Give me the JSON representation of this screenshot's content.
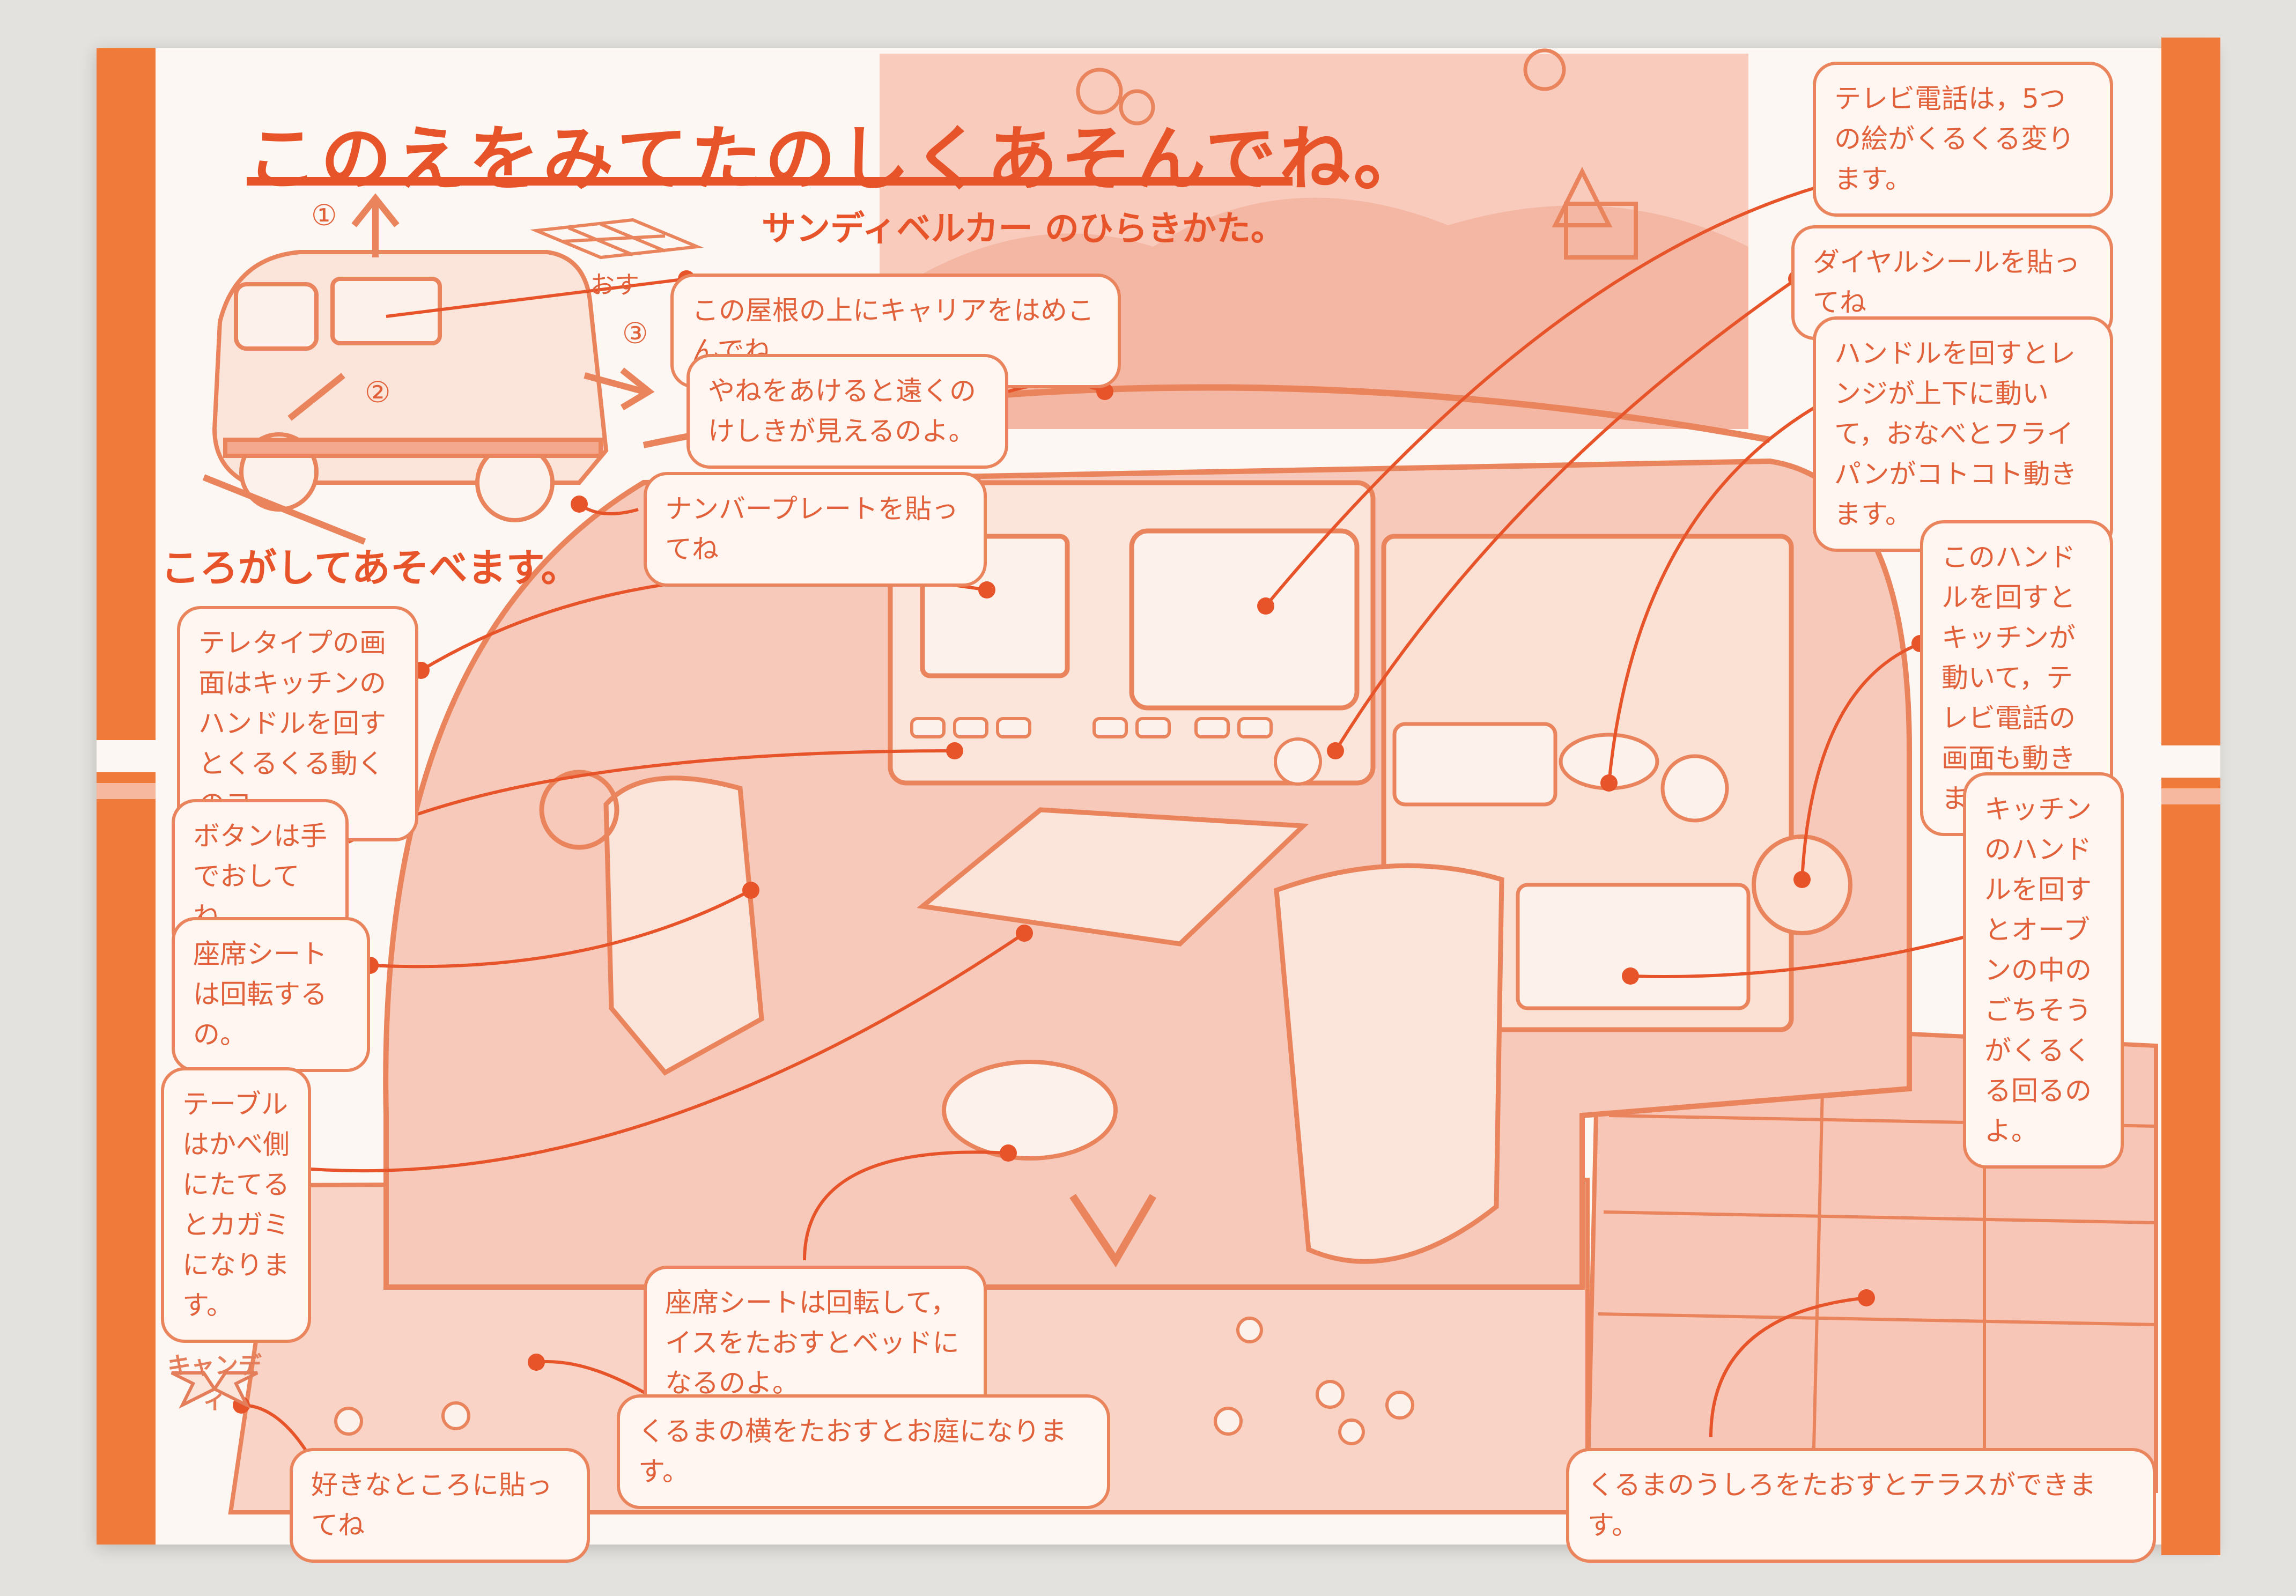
{
  "title": "このえをみてたのしくあそんでね。",
  "subtitle": "サンディベルカー のひらきかた。",
  "roll_caption": "ころがしてあそべます。",
  "step_numbers": [
    "①",
    "②",
    "③"
  ],
  "push_label": "おす",
  "logo_text": "キャンディ",
  "colors": {
    "accent": "#e8542a",
    "line": "#e9845c",
    "panel_pink": "#f6c3b2",
    "paper": "#fdf7f3"
  },
  "callouts": {
    "roof_carrier": "この屋根の上にキャリアをはめこんでね",
    "roof_open": "やねをあけると遠くのけしきが見えるのよ。",
    "number_plate": "ナンバープレートを貼ってね",
    "teletype": "テレタイプの画面はキッチンのハンドルを回すとくるくる動くのヨ。",
    "buttons": "ボタンは手でおしてね。",
    "seat_rotate": "座席シートは回転するの。",
    "table_mirror": "テーブルはかべ側にたてるとカガミになります。",
    "seat_bed": "座席シートは回転して，イスをたおすとベッドになるのよ。",
    "side_garden": "くるまの横をたおすとお庭になります。",
    "stickers": "好きなところに貼ってね",
    "tv_phone": "テレビ電話は，5つの絵がくるくる変ります。",
    "dial_sticker": "ダイヤルシールを貼ってね",
    "range_handle": "ハンドルを回すとレンジが上下に動いて，おなべとフライパンがコトコト動きます。",
    "kitchen_handle": "このハンドルを回すとキッチンが動いて，テレビ電話の画面も動きます。",
    "oven_handle": "キッチンのハンドルを回すとオーブンの中のごちそうがくるくる回るのよ。",
    "terrace": "くるまのうしろをたおすとテラスができます。"
  }
}
